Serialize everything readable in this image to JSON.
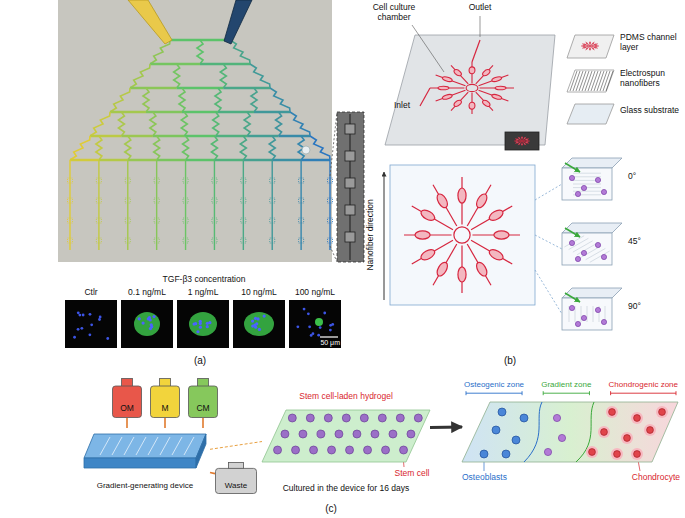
{
  "diagram": {
    "nodes": [
      {
        "text": [
          "OM"
        ]
      },
      {
        "text": [
          "M"
        ]
      },
      {
        "text": [
          "CM"
        ]
      },
      {
        "text": [
          "Gradient-generating device"
        ]
      },
      {
        "text": [
          "Waste"
        ]
      },
      {
        "text": [
          "Stem cell-laden hydrogel"
        ]
      },
      {
        "text": [
          "Osteogenic zone",
          "Gradient zone",
          "Chondrogenic zone"
        ]
      }
    ],
    "edges": [
      {
        "from": 0,
        "to": 3,
        "arrow": "none"
      },
      {
        "from": 1,
        "to": 3,
        "arrow": "none"
      },
      {
        "from": 2,
        "to": 3,
        "arrow": "none"
      },
      {
        "from": 3,
        "to": 4,
        "arrow": "none"
      },
      {
        "from": 3,
        "to": 5,
        "arrow": "none"
      },
      {
        "from": 5,
        "to": 6,
        "arrow": "to"
      }
    ],
    "labels": [
      "TGF-β3 concentration",
      "Ctlr",
      "0.1 ng/mL",
      "1 ng/mL",
      "10 ng/mL",
      "100 ng/mL",
      "50 μm",
      "(a)",
      "Outlet",
      "Cell culture chamber",
      "Inlet",
      "PDMS channel layer",
      "Electrospun nanofibers",
      "Glass substrate",
      "Nanofiber direction",
      "0°",
      "45°",
      "90°",
      "(b)",
      "Stem cell",
      "Cultured in the device for 16 days",
      "Osteoblasts",
      "Chondrocyte",
      "(c)"
    ]
  }
}
